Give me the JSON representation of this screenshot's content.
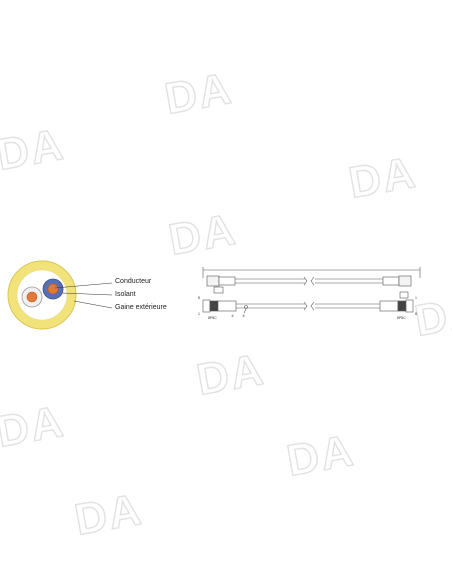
{
  "watermark": {
    "text": "DA"
  },
  "cross_section": {
    "labels": {
      "conductor": "Conducteur",
      "insulation": "Isolant",
      "jacket": "Gaine extérieure"
    },
    "colors": {
      "jacket": "#f2e27a",
      "jacket_edge": "#d9c656",
      "pair_blue": "#5a6fb0",
      "pair_white": "#f0f0f0",
      "conductor": "#e07a3c"
    }
  },
  "cable_drawing": {
    "tags": {
      "pin_top_left": "8",
      "pin_bottom_left": "1",
      "pin_top_right": "1",
      "pin_bottom_right": "8",
      "boot_left": "8P8C",
      "boot_right": "8P8C",
      "callout_a": "①",
      "callout_b": "②"
    }
  }
}
